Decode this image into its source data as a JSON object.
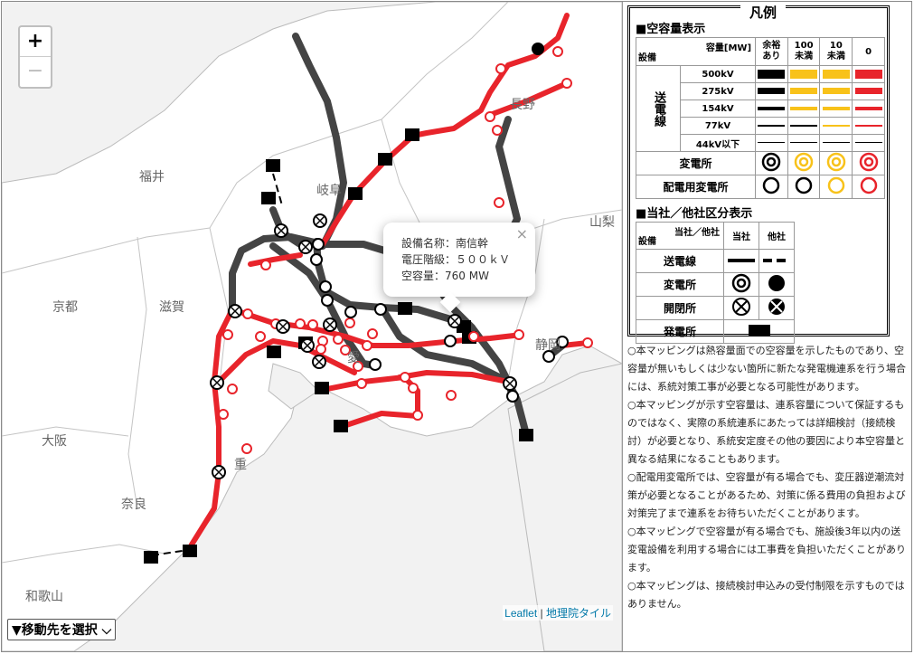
{
  "map": {
    "zoom_in": "+",
    "zoom_out": "−",
    "attribution_1": "Leaflet",
    "attribution_sep": " | ",
    "attribution_2": "地理院タイル",
    "region_labels": [
      "福井",
      "岐阜",
      "長野",
      "山梨",
      "京都",
      "滋賀",
      "愛",
      "静岡",
      "大阪",
      "奈良",
      "和歌山",
      "重"
    ],
    "popup": {
      "close": "×",
      "name": "設備名称：南信幹",
      "voltage": "電圧階級：５００ｋＶ",
      "capacity": "空容量：760 MW"
    },
    "select_label": "▼移動先を選択 ⌵"
  },
  "legend": {
    "title": "凡例",
    "section1": "■空容量表示",
    "col_header_top": "容量[MW]",
    "col_header_bottom": "設備",
    "columns": [
      "余裕\nあり",
      "100\n未満",
      "10\n未満",
      "0"
    ],
    "row_group": "送電線",
    "lines": [
      "500kV",
      "275kV",
      "154kV",
      "77kV",
      "44kV以下"
    ],
    "substation": "変電所",
    "distribution_substation": "配電用変電所",
    "section2": "■当社／他社区分表示",
    "own_other_header": "当社／他社",
    "own": "当社",
    "other": "他社",
    "rows2": [
      "送電線",
      "変電所",
      "開閉所",
      "発電所"
    ],
    "colors": {
      "black": "#000000",
      "yellow": "#f8c21a",
      "red": "#e8242b"
    }
  },
  "notes": [
    "○本マッピングは熱容量面での空容量を示したものであり、空容量が無いもしくは少ない箇所に新たな発電機連系を行う場合には、系統対策工事が必要となる可能性があります。",
    "○本マッピングが示す空容量は、連系容量について保証するものではなく、実際の系統連系にあたっては詳細検討（接続検討）が必要となり、系統安定度その他の要因により本空容量と異なる結果になることもあります。",
    "○配電用変電所では、空容量が有る場合でも、変圧器逆潮流対策が必要となることがあるため、対策に係る費用の負担および対策完了まで連系をお待ちいただくことがあります。",
    "○本マッピングで空容量が有る場合でも、施設後3年以内の送変電設備を利用する場合には工事費を負担いただくことがあります。",
    "○本マッピングは、接続検討申込みの受付制限を示すものではありません。"
  ]
}
